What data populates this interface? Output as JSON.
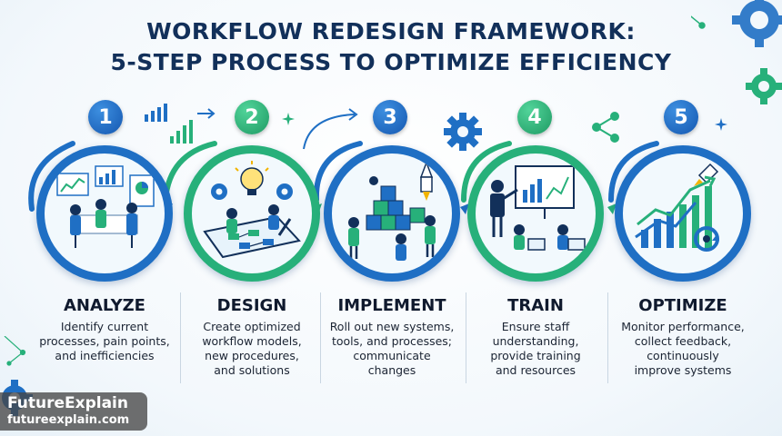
{
  "title": {
    "line1": "WORKFLOW REDESIGN FRAMEWORK:",
    "line2": "5-STEP PROCESS TO OPTIMIZE EFFICIENCY"
  },
  "colors": {
    "navy": "#12305a",
    "blue": "#1f6fc4",
    "green": "#27b07a",
    "text": "#101a2e"
  },
  "steps": [
    {
      "number": "1",
      "title": "ANALYZE",
      "description": "Identify current\nprocesses, pain points,\nand inefficiencies",
      "ring_color": "blue",
      "icon": "meeting-charts-illustration"
    },
    {
      "number": "2",
      "title": "DESIGN",
      "description": "Create optimized\nworkflow models,\nnew procedures,\nand solutions",
      "ring_color": "green",
      "icon": "lightbulb-tablet-illustration"
    },
    {
      "number": "3",
      "title": "IMPLEMENT",
      "description": "Roll out new systems,\ntools, and processes;\ncommunicate\nchanges",
      "ring_color": "blue",
      "icon": "team-building-blocks-illustration"
    },
    {
      "number": "4",
      "title": "TRAIN",
      "description": "Ensure staff\nunderstanding,\nprovide training\nand resources",
      "ring_color": "green",
      "icon": "presentation-training-illustration"
    },
    {
      "number": "5",
      "title": "OPTIMIZE",
      "description": "Monitor performance,\ncollect feedback,\ncontinuously\nimprove systems",
      "ring_color": "blue",
      "icon": "growth-chart-illustration"
    }
  ],
  "branding": {
    "name": "FutureExplain",
    "url": "futureexplain.com"
  }
}
